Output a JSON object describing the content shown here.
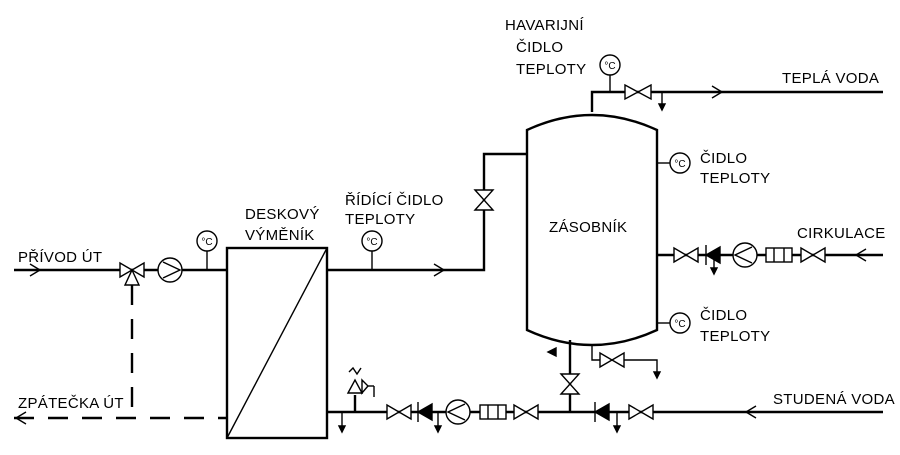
{
  "labels": {
    "privod": "PŘÍVOD ÚT",
    "zpatecka": "ZPÁTEČKA ÚT",
    "deskovy_1": "DESKOVÝ",
    "deskovy_2": "VÝMĚNÍK",
    "ridici_1": "ŘÍDÍCÍ ČIDLO",
    "ridici_2": "TEPLOTY",
    "havarijni_1": "HAVARIJNÍ",
    "havarijni_2": "ČIDLO",
    "havarijni_3": "TEPLOTY",
    "tepla_voda": "TEPLÁ VODA",
    "cidlo_a_1": "ČIDLO",
    "cidlo_a_2": "TEPLOTY",
    "zasobnik": "ZÁSOBNÍK",
    "cirkulace": "CIRKULACE",
    "cidlo_b_1": "ČIDLO",
    "cidlo_b_2": "TEPLOTY",
    "studena_voda": "STUDENÁ VODA"
  },
  "gauge_symbol": "°C",
  "colors": {
    "line": "#000000",
    "background": "#ffffff"
  }
}
